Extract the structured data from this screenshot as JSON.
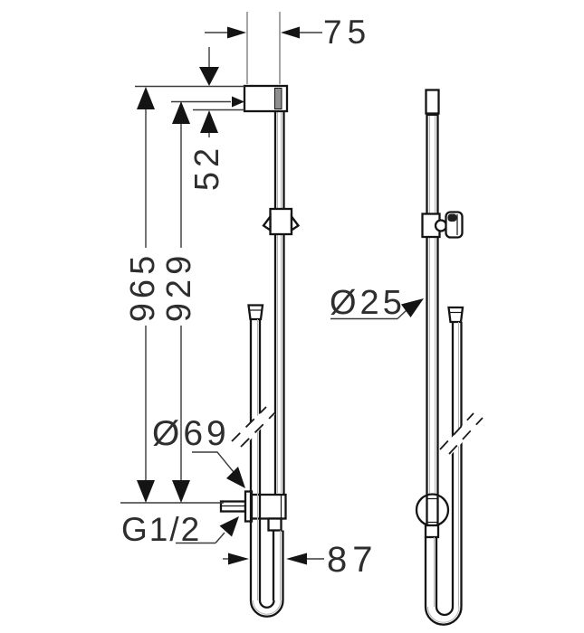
{
  "drawing": {
    "dimensions": {
      "offset_top": "75",
      "top_to_hose_outlet": "52",
      "overall_height": "965",
      "rail_height": "929",
      "escutcheon_diameter": "Ø69",
      "connection_thread": "G1/2",
      "hose_loop_offset": "87",
      "rail_diameter": "Ø25"
    },
    "colors": {
      "line": "#141414",
      "dimension_line": "#3a3a3a",
      "text": "#2e2e2e",
      "background": "#ffffff",
      "rail_shading": "#8e8e8e"
    }
  }
}
